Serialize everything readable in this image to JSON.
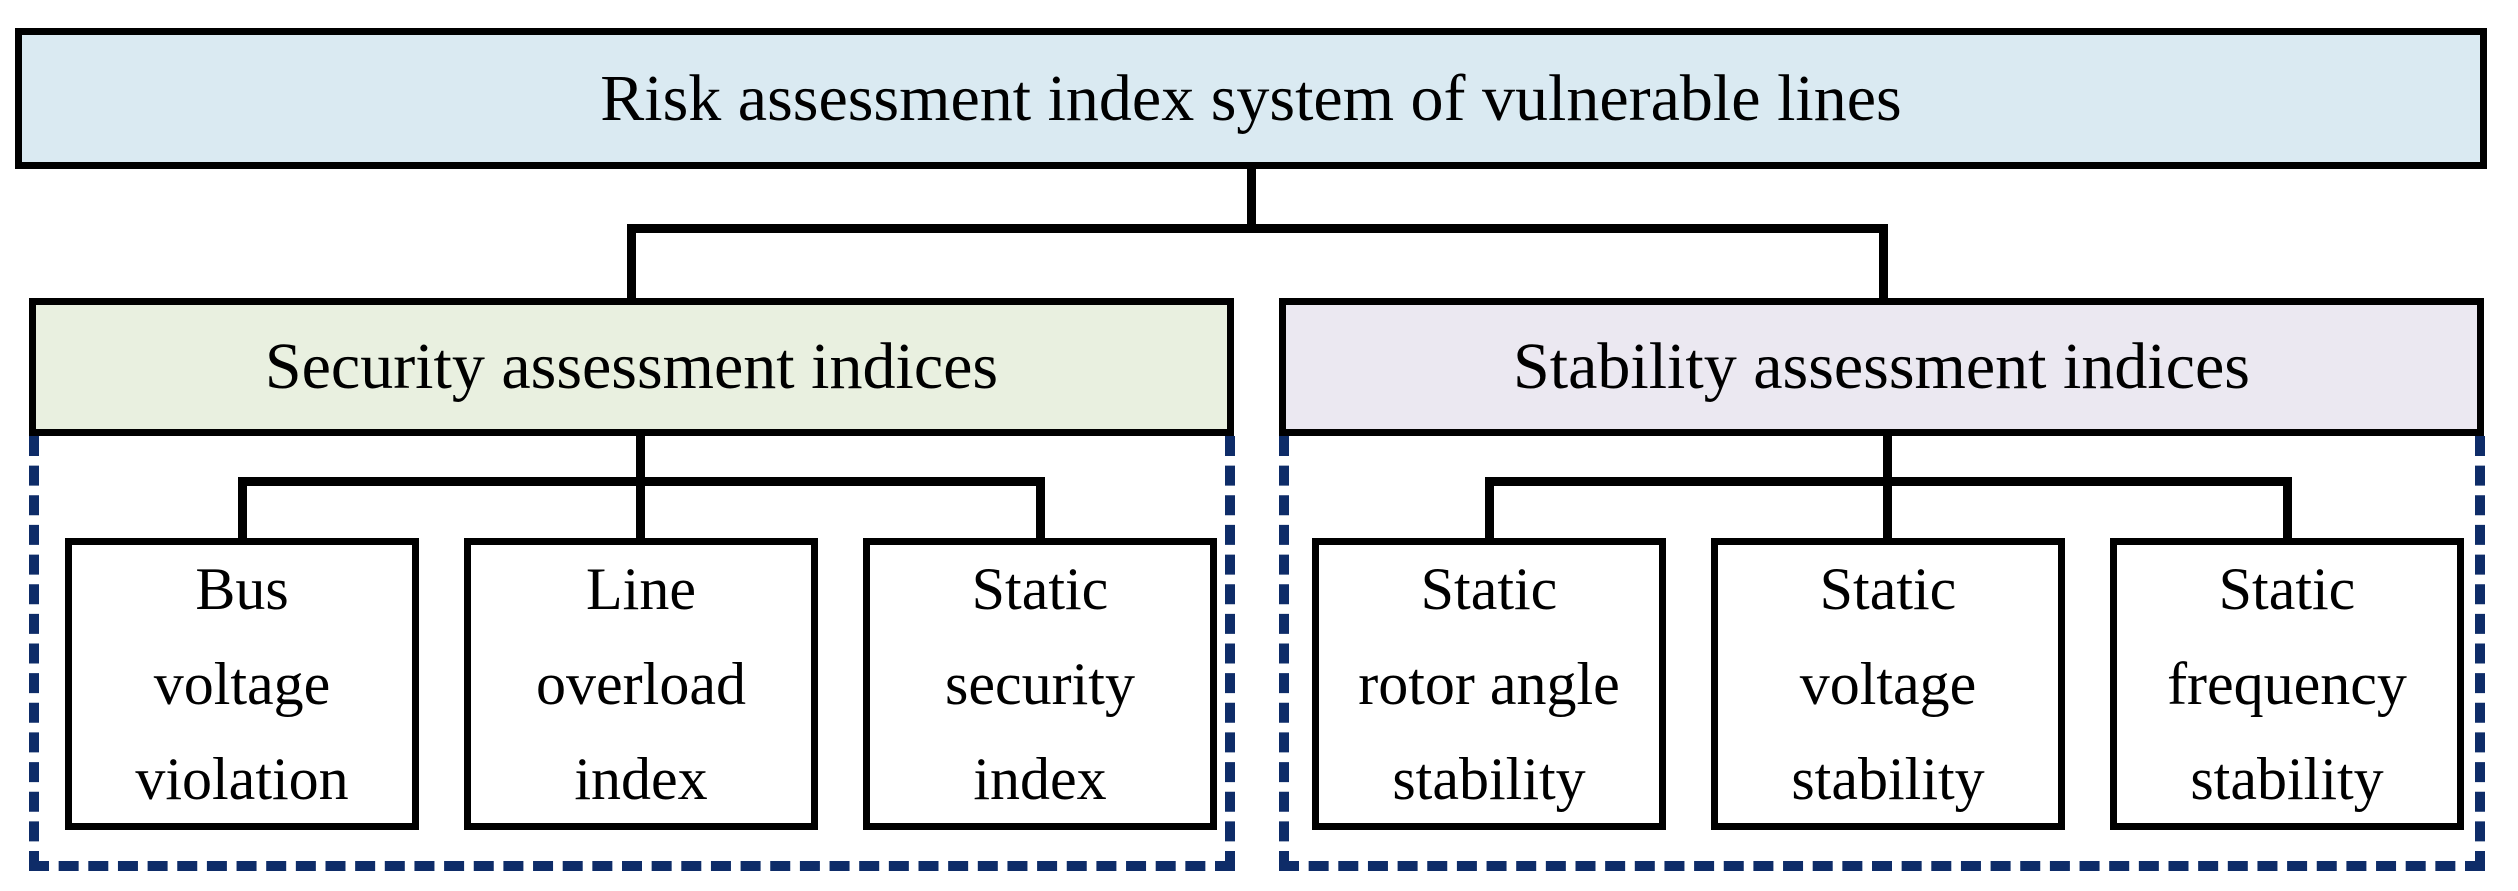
{
  "figure": {
    "title": "Risk assessment index system of vulnerable lines",
    "groups": [
      {
        "label": "Security assessment indices",
        "children": [
          {
            "label": "Bus voltage violation",
            "lines": [
              "Bus",
              "voltage",
              "violation"
            ]
          },
          {
            "label": "Line overload index",
            "lines": [
              "Line",
              "overload",
              "index"
            ]
          },
          {
            "label": "Static security index",
            "lines": [
              "Static",
              "security",
              "index"
            ]
          }
        ]
      },
      {
        "label": "Stability assessment indices",
        "children": [
          {
            "label": "Static rotor angle stability",
            "lines": [
              "Static",
              "rotor angle",
              "stability"
            ]
          },
          {
            "label": "Static voltage stability",
            "lines": [
              "Static",
              "voltage",
              "stability"
            ]
          },
          {
            "label": "Static frequency stability",
            "lines": [
              "Static",
              "frequency",
              "stability"
            ]
          }
        ]
      }
    ],
    "colors": {
      "root_fill": "#daeaf2",
      "security_fill": "#e9f0e0",
      "stability_fill": "#ebe8f1",
      "box_border": "#000000",
      "connector": "#000000",
      "dashed_outline": "#0e2c68",
      "background": "#ffffff"
    }
  }
}
